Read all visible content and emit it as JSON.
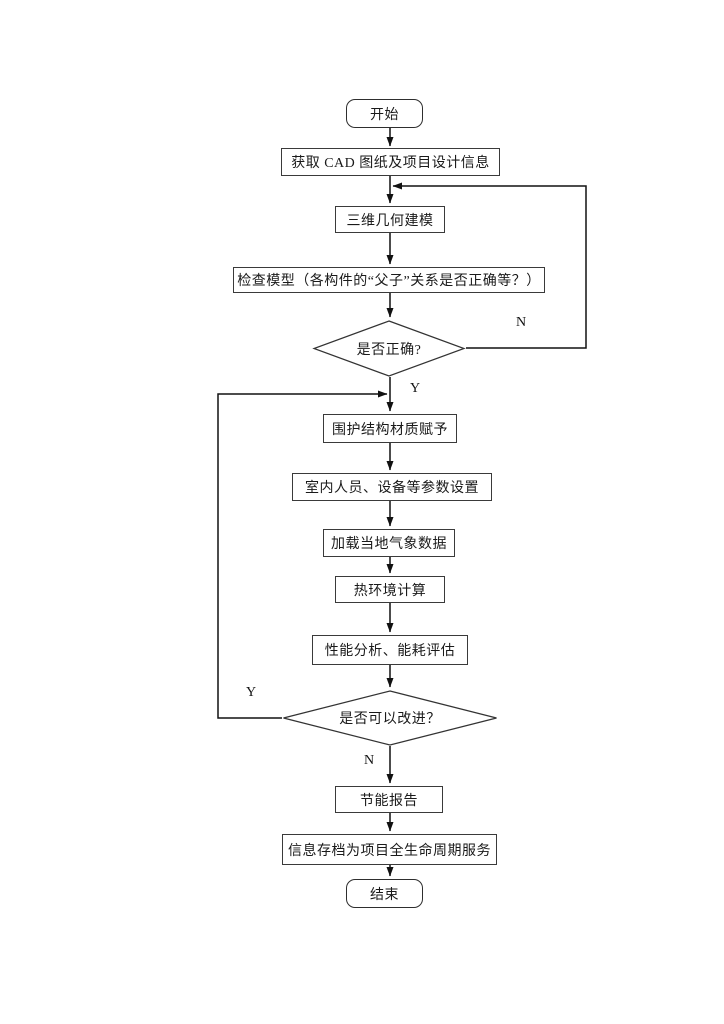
{
  "page": {
    "background": "#ffffff",
    "line_color": "#111111"
  },
  "flowchart": {
    "nodes": [
      {
        "id": "start",
        "type": "terminator",
        "label": "开始"
      },
      {
        "id": "acquire-cad",
        "type": "process",
        "label": "获取 CAD 图纸及项目设计信息"
      },
      {
        "id": "modeling-3d",
        "type": "process",
        "label": "三维几何建模"
      },
      {
        "id": "check-model",
        "type": "process",
        "label": "检查模型（各构件的“父子”关系是否正确等？）"
      },
      {
        "id": "decision-correct",
        "type": "decision",
        "label": "是否正确?"
      },
      {
        "id": "envelope-material",
        "type": "process",
        "label": "围护结构材质赋予"
      },
      {
        "id": "indoor-params",
        "type": "process",
        "label": "室内人员、设备等参数设置"
      },
      {
        "id": "weather-data",
        "type": "process",
        "label": "加载当地气象数据"
      },
      {
        "id": "thermal-calc",
        "type": "process",
        "label": "热环境计算"
      },
      {
        "id": "performance-analysis",
        "type": "process",
        "label": "性能分析、能耗评估"
      },
      {
        "id": "decision-improve",
        "type": "decision",
        "label": "是否可以改进？"
      },
      {
        "id": "energy-report",
        "type": "process",
        "label": "节能报告"
      },
      {
        "id": "archive",
        "type": "process",
        "label": "信息存档为项目全生命周期服务"
      },
      {
        "id": "end",
        "type": "terminator",
        "label": "结束"
      }
    ],
    "edge_labels": {
      "correct_no": "N",
      "correct_yes": "Y",
      "improve_yes": "Y",
      "improve_no": "N"
    },
    "edges": [
      {
        "from": "start",
        "to": "acquire-cad",
        "label": ""
      },
      {
        "from": "acquire-cad",
        "to": "modeling-3d",
        "label": ""
      },
      {
        "from": "modeling-3d",
        "to": "check-model",
        "label": ""
      },
      {
        "from": "check-model",
        "to": "decision-correct",
        "label": ""
      },
      {
        "from": "decision-correct",
        "to": "envelope-material",
        "label": "Y"
      },
      {
        "from": "decision-correct",
        "to": "modeling-3d",
        "label": "N"
      },
      {
        "from": "envelope-material",
        "to": "indoor-params",
        "label": ""
      },
      {
        "from": "indoor-params",
        "to": "weather-data",
        "label": ""
      },
      {
        "from": "weather-data",
        "to": "thermal-calc",
        "label": ""
      },
      {
        "from": "thermal-calc",
        "to": "performance-analysis",
        "label": ""
      },
      {
        "from": "performance-analysis",
        "to": "decision-improve",
        "label": ""
      },
      {
        "from": "decision-improve",
        "to": "envelope-material",
        "label": "Y"
      },
      {
        "from": "decision-improve",
        "to": "energy-report",
        "label": "N"
      },
      {
        "from": "energy-report",
        "to": "archive",
        "label": ""
      },
      {
        "from": "archive",
        "to": "end",
        "label": ""
      }
    ]
  }
}
